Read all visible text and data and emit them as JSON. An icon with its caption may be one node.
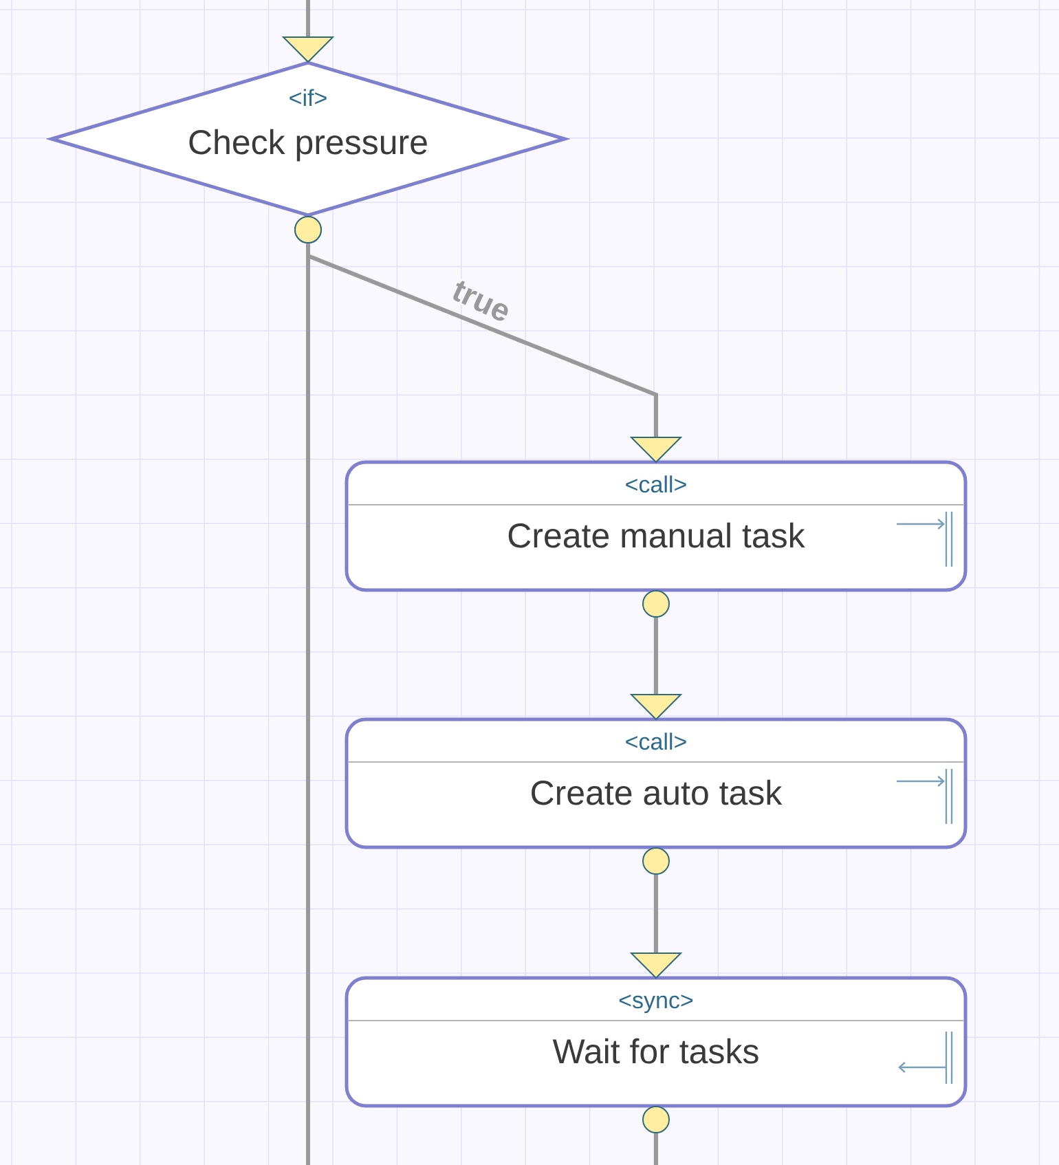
{
  "diagram": {
    "nodes": [
      {
        "text": [
          "<if>",
          "Check pressure"
        ]
      },
      {
        "text": [
          "<call>",
          "Create manual task"
        ]
      },
      {
        "text": [
          "<call>",
          "Create auto task"
        ]
      },
      {
        "text": [
          "<sync>",
          "Wait for tasks"
        ]
      }
    ],
    "edges": [
      {
        "from": null,
        "to": 0,
        "arrow": "to"
      },
      {
        "from": 0,
        "to": 1,
        "arrow": "to",
        "label": "true"
      },
      {
        "from": 0,
        "to": null,
        "arrow": "other"
      },
      {
        "from": 1,
        "to": 2,
        "arrow": "to"
      },
      {
        "from": 2,
        "to": 3,
        "arrow": "to"
      },
      {
        "from": 3,
        "to": null,
        "arrow": "other"
      }
    ]
  }
}
